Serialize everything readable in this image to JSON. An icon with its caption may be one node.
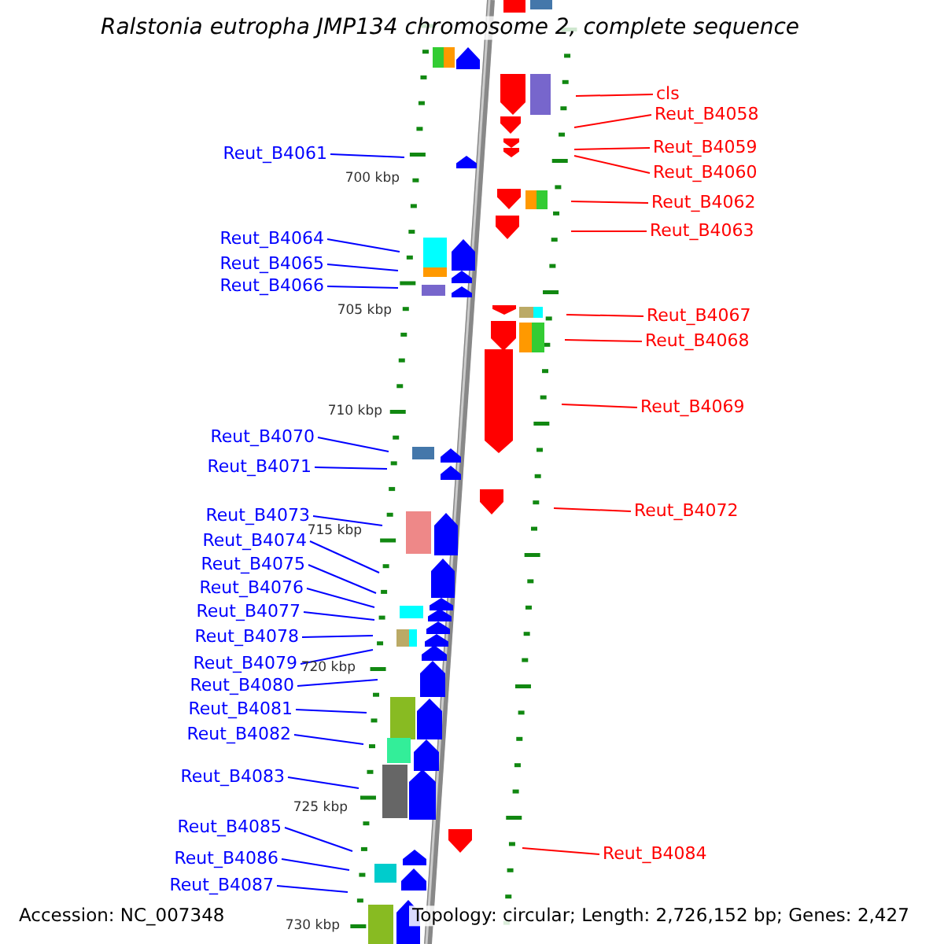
{
  "diagram": {
    "title": "Ralstonia eutropha JMP134 chromosome 2, complete sequence",
    "nodes": [
      {
        "text": [
          "cls"
        ]
      },
      {
        "text": [
          "Reut_B4058"
        ]
      },
      {
        "text": [
          "Reut_B4059"
        ]
      },
      {
        "text": [
          "Reut_B4061"
        ]
      },
      {
        "text": [
          "Reut_B4060"
        ]
      },
      {
        "text": [
          "Reut_B4062"
        ]
      },
      {
        "text": [
          "Reut_B4063"
        ]
      },
      {
        "text": [
          "Reut_B4064"
        ]
      },
      {
        "text": [
          "Reut_B4065"
        ]
      },
      {
        "text": [
          "Reut_B4066"
        ]
      },
      {
        "text": [
          "Reut_B4067"
        ]
      },
      {
        "text": [
          "Reut_B4068"
        ]
      },
      {
        "text": [
          "Reut_B4069"
        ]
      },
      {
        "text": [
          "Reut_B4070"
        ]
      },
      {
        "text": [
          "Reut_B4071"
        ]
      },
      {
        "text": [
          "Reut_B4072"
        ]
      },
      {
        "text": [
          "Reut_B4073"
        ]
      },
      {
        "text": [
          "Reut_B4074"
        ]
      },
      {
        "text": [
          "Reut_B4075"
        ]
      },
      {
        "text": [
          "Reut_B4076"
        ]
      },
      {
        "text": [
          "Reut_B4077"
        ]
      },
      {
        "text": [
          "Reut_B4078"
        ]
      },
      {
        "text": [
          "Reut_B4079"
        ]
      },
      {
        "text": [
          "Reut_B4080"
        ]
      },
      {
        "text": [
          "Reut_B4081"
        ]
      },
      {
        "text": [
          "Reut_B4082"
        ]
      },
      {
        "text": [
          "Reut_B4083"
        ]
      },
      {
        "text": [
          "Reut_B4085"
        ]
      },
      {
        "text": [
          "Reut_B4084"
        ]
      },
      {
        "text": [
          "Reut_B4086"
        ]
      },
      {
        "text": [
          "Reut_B4087"
        ]
      }
    ],
    "edges": [
      {
        "from": 0,
        "to": null,
        "arrow": "none",
        "color": "#ff0000"
      },
      {
        "from": 1,
        "to": null,
        "arrow": "none",
        "color": "#ff0000"
      },
      {
        "from": 2,
        "to": null,
        "arrow": "none",
        "color": "#ff0000"
      },
      {
        "from": 3,
        "to": null,
        "arrow": "none"
      },
      {
        "from": 4,
        "to": null,
        "arrow": "none",
        "color": "#ff0000"
      },
      {
        "from": 5,
        "to": null,
        "arrow": "none",
        "color": "#ff0000"
      },
      {
        "from": 6,
        "to": null,
        "arrow": "none",
        "color": "#ff0000"
      },
      {
        "from": 7,
        "to": null,
        "arrow": "none"
      },
      {
        "from": 8,
        "to": null,
        "arrow": "none"
      },
      {
        "from": 9,
        "to": null,
        "arrow": "none"
      },
      {
        "from": 10,
        "to": null,
        "arrow": "none",
        "color": "#ff0000"
      },
      {
        "from": 11,
        "to": null,
        "arrow": "none",
        "color": "#ff0000"
      },
      {
        "from": 12,
        "to": null,
        "arrow": "none",
        "color": "#ff0000"
      },
      {
        "from": 13,
        "to": null,
        "arrow": "none"
      },
      {
        "from": 14,
        "to": null,
        "arrow": "none"
      },
      {
        "from": 15,
        "to": null,
        "arrow": "none",
        "color": "#ff0000"
      },
      {
        "from": 16,
        "to": null,
        "arrow": "none"
      },
      {
        "from": 17,
        "to": null,
        "arrow": "none"
      },
      {
        "from": 18,
        "to": null,
        "arrow": "none"
      },
      {
        "from": 19,
        "to": null,
        "arrow": "none"
      },
      {
        "from": 20,
        "to": null,
        "arrow": "none"
      },
      {
        "from": 21,
        "to": null,
        "arrow": "none"
      },
      {
        "from": 22,
        "to": null,
        "arrow": "none"
      },
      {
        "from": 23,
        "to": null,
        "arrow": "none"
      },
      {
        "from": 24,
        "to": null,
        "arrow": "none"
      },
      {
        "from": 25,
        "to": null,
        "arrow": "none"
      },
      {
        "from": 26,
        "to": null,
        "arrow": "none"
      },
      {
        "from": 27,
        "to": null,
        "arrow": "none"
      },
      {
        "from": 28,
        "to": null,
        "arrow": "none",
        "color": "#ff0000"
      },
      {
        "from": 29,
        "to": null,
        "arrow": "none"
      },
      {
        "from": 30,
        "to": null,
        "arrow": "none"
      }
    ],
    "labels": [
      "700 kbp",
      "705 kbp",
      "710 kbp",
      "715 kbp",
      "720 kbp",
      "725 kbp",
      "730 kbp",
      "Accession: NC_007348",
      "Topology: circular; Length: 2,726,152 bp; Genes: 2,427"
    ]
  }
}
